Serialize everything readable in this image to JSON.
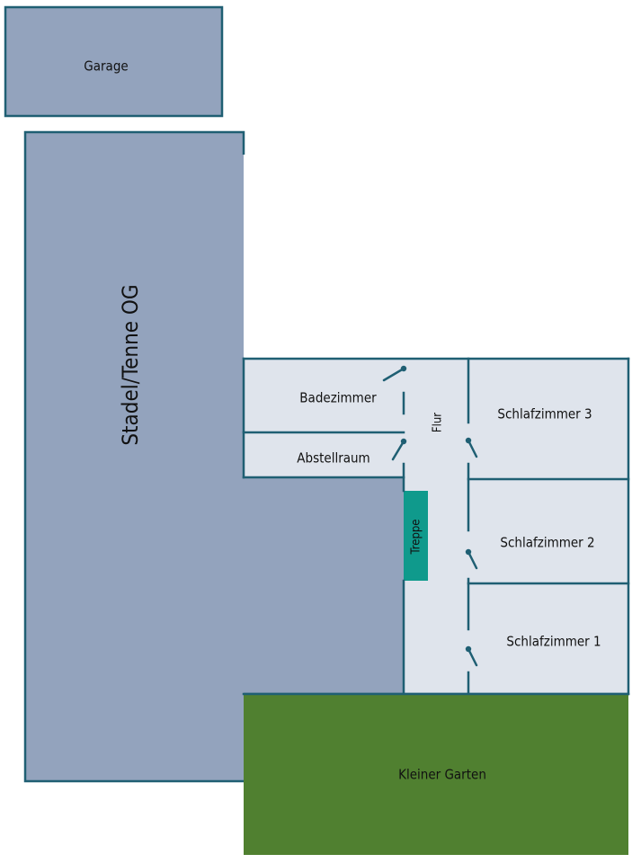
{
  "rooms": {
    "garage": "Garage",
    "stadel": "Stadel/Tenne OG",
    "badezimmer": "Badezimmer",
    "abstellraum": "Abstellraum",
    "flur": "Flur",
    "treppe": "Treppe",
    "schlafzimmer3": "Schlafzimmer 3",
    "schlafzimmer2": "Schlafzimmer 2",
    "schlafzimmer1": "Schlafzimmer 1",
    "garten": "Kleiner Garten"
  },
  "colors": {
    "outbuilding_fill": "#93a3bd",
    "room_fill": "#dfe4ec",
    "wall": "#1f5f73",
    "stairs": "#0f9a8c",
    "garden": "#508030"
  }
}
